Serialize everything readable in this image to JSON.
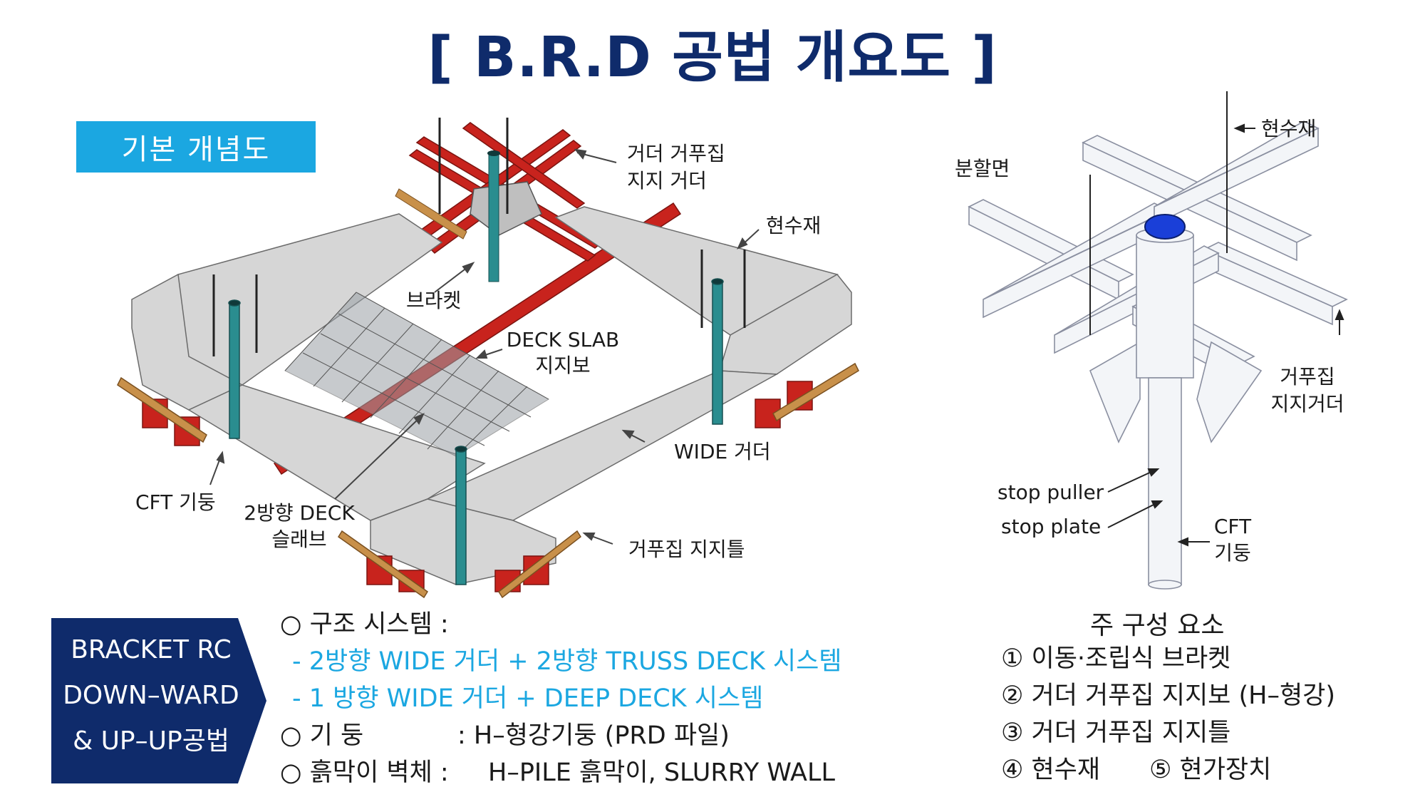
{
  "title": "[ B.R.D 공법 개요도 ]",
  "badge": "기본 개념도",
  "left_labels": {
    "girder_support": [
      "거더 거푸집",
      "지지 거더"
    ],
    "hanger_left": "현수재",
    "bracket": "브라켓",
    "deck_slab": [
      "DECK SLAB",
      "지지보"
    ],
    "wide_girder": "WIDE 거더",
    "cft_column": "CFT 기둥",
    "two_way_deck": [
      "2방향 DECK",
      "슬래브"
    ],
    "form_support_frame": "거푸집 지지틀"
  },
  "right_labels": {
    "hanger": "현수재",
    "split_face": "분할면",
    "form_support_girder": [
      "거푸집",
      "지지거더"
    ],
    "stop_puller": "stop puller",
    "stop_plate": "stop plate",
    "cft_column": [
      "CFT",
      "기둥"
    ]
  },
  "method_box": [
    "BRACKET RC",
    "DOWN–WARD",
    "& UP–UP공법"
  ],
  "systems": {
    "structure_label": "○  구조 시스템   :",
    "structure_items": [
      "-   2방향 WIDE 거더 + 2방향 TRUSS DECK 시스템",
      "- 1 방향 WIDE 거더 + DEEP DECK 시스템"
    ],
    "column_label": "○   기   둥",
    "column_value": ":   H–형강기둥  (PRD 파일)",
    "wall_label": "○   흙막이 벽체 :",
    "wall_value": "H–PILE 흙막이,   SLURRY WALL"
  },
  "components": {
    "title": "주 구성 요소",
    "items": [
      "① 이동·조립식 브라켓",
      "② 거더 거푸집 지지보 (H–형강)",
      "③ 거더 거푸집 지지틀"
    ],
    "item4": "④ 현수재",
    "item5": "⑤ 현가장치"
  },
  "colors": {
    "navy": "#0f2b6b",
    "accent": "#1ba7e1",
    "steel_red": "#c8231d",
    "concrete": "#d9d9d9",
    "column_teal": "#2a8d8f",
    "timber": "#c8904a"
  }
}
